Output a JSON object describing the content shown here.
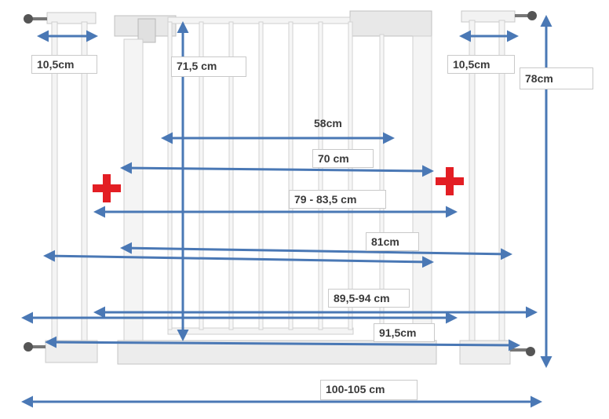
{
  "colors": {
    "arrow": "#4a78b5",
    "plus": "#e31e24",
    "frame": "#f2f2f2",
    "frame_edge": "#c8c8c8"
  },
  "icons": [
    "plus-icon",
    "plus-icon"
  ],
  "labels": {
    "left_extension_width": "10,5cm",
    "right_extension_width": "10,5cm",
    "total_height": "78cm",
    "gate_height": "71,5 cm",
    "door_width": "58cm",
    "inner_width": "70 cm",
    "range_small": "79 - 83,5 cm",
    "width_81": "81cm",
    "range_medium": "89,5-94 cm",
    "width_915": "91,5cm",
    "range_large": "100-105 cm"
  }
}
